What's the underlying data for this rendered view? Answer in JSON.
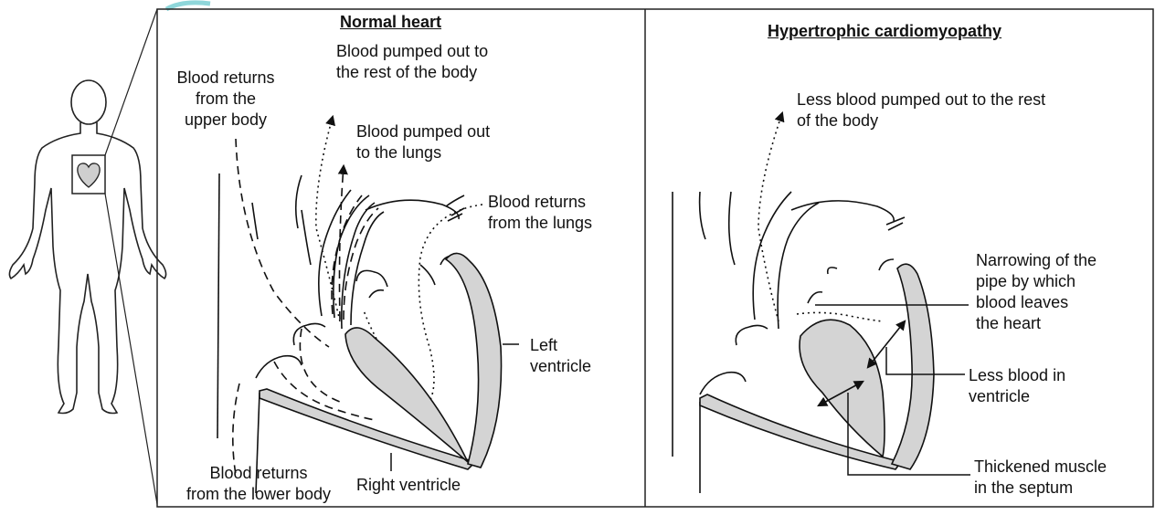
{
  "normal_panel": {
    "title": "Normal heart",
    "labels": {
      "pumped_body": "Blood pumped out to\nthe rest of the body",
      "returns_upper": "Blood returns\nfrom the\nupper body",
      "pumped_lungs": "Blood pumped out\nto the lungs",
      "returns_lungs": "Blood returns\nfrom the lungs",
      "left_ventricle": "Left\nventricle",
      "returns_lower": "Blood returns\nfrom the lower body",
      "right_ventricle": "Right ventricle"
    }
  },
  "hcm_panel": {
    "title": "Hypertrophic cardiomyopathy",
    "labels": {
      "less_pumped": "Less blood pumped out to the rest\nof the body",
      "narrowing": "Narrowing of the\npipe by which\nblood leaves\nthe heart",
      "less_blood": "Less blood in\nventricle",
      "thickened": "Thickened muscle\nin the septum"
    }
  },
  "colors": {
    "line": "#111111",
    "muscle_fill": "#d4d4d4",
    "heart_fill": "#cfcfcf",
    "accent_teal": "#8fd6da"
  }
}
